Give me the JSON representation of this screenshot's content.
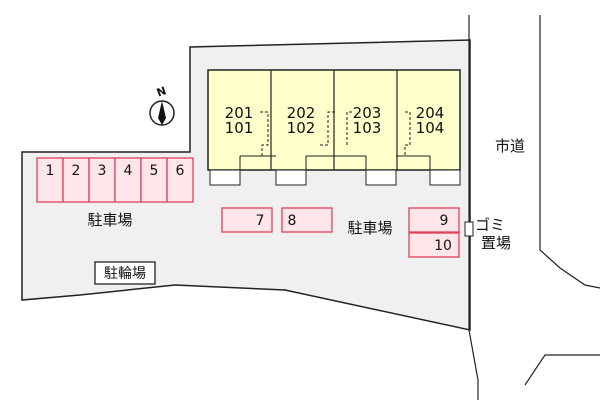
{
  "units": [
    {
      "upper": "201",
      "lower": "101"
    },
    {
      "upper": "202",
      "lower": "102"
    },
    {
      "upper": "203",
      "lower": "103"
    },
    {
      "upper": "204",
      "lower": "104"
    }
  ],
  "parking_left": {
    "label": "駐車場",
    "spaces": [
      "1",
      "2",
      "3",
      "4",
      "5",
      "6"
    ]
  },
  "parking_center": {
    "label": "駐車場",
    "spaces": [
      "7",
      "8"
    ]
  },
  "parking_right": {
    "spaces": [
      "9",
      "10"
    ]
  },
  "bicycle_parking": "駐輪場",
  "garbage": {
    "line1": "ゴミ",
    "line2": "置場"
  },
  "road": "市道",
  "compass": "N",
  "colors": {
    "lot": "#f0f0f0",
    "building": "#ffffcc",
    "parking_fill": "#ffe6ea",
    "parking_stroke": "#e0405a",
    "outline": "#222222"
  }
}
